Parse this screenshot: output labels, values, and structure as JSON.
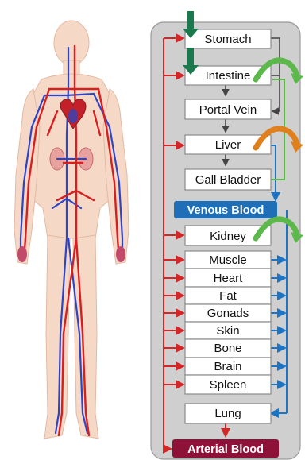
{
  "diagram": {
    "organs": {
      "stomach": "Stomach",
      "intestine": "Intestine",
      "portal_vein": "Portal Vein",
      "liver": "Liver",
      "gall_bladder": "Gall Bladder",
      "kidney": "Kidney",
      "muscle": "Muscle",
      "heart": "Heart",
      "fat": "Fat",
      "gonads": "Gonads",
      "skin": "Skin",
      "bone": "Bone",
      "brain": "Brain",
      "spleen": "Spleen",
      "lung": "Lung"
    },
    "venous_blood": "Venous Blood",
    "arterial_blood": "Arterial Blood"
  },
  "colors": {
    "arterial": "#d42626",
    "venous": "#1e74c4",
    "venous_label_bg": "#1f6fb8",
    "arterial_label_bg": "#8e1238",
    "panel": "#cfcfcf",
    "intake_arrow": "#1a7a4e",
    "green_loop": "#5cb84a",
    "orange_loop": "#e0801c"
  }
}
